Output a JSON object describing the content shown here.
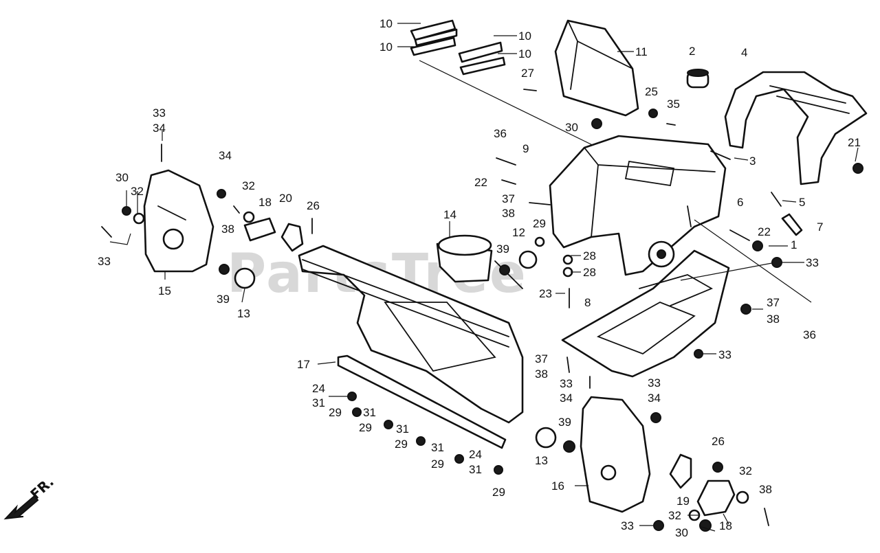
{
  "watermark": "PartsTree",
  "direction_marker": "FR.",
  "callouts": [
    "10",
    "10",
    "10",
    "10",
    "11",
    "2",
    "4",
    "27",
    "25",
    "35",
    "30",
    "3",
    "21",
    "33",
    "34",
    "36",
    "9",
    "22",
    "37",
    "38",
    "12",
    "29",
    "39",
    "14",
    "6",
    "5",
    "7",
    "22",
    "1",
    "33",
    "30",
    "32",
    "33",
    "34",
    "32",
    "18",
    "20",
    "26",
    "38",
    "15",
    "39",
    "13",
    "28",
    "28",
    "23",
    "8",
    "37",
    "38",
    "36",
    "33",
    "17",
    "37",
    "38",
    "33",
    "34",
    "33",
    "34",
    "24",
    "31",
    "29",
    "31",
    "29",
    "31",
    "29",
    "31",
    "29",
    "24",
    "31",
    "29",
    "39",
    "13",
    "16",
    "26",
    "32",
    "19",
    "38",
    "33",
    "32",
    "30",
    "18"
  ]
}
